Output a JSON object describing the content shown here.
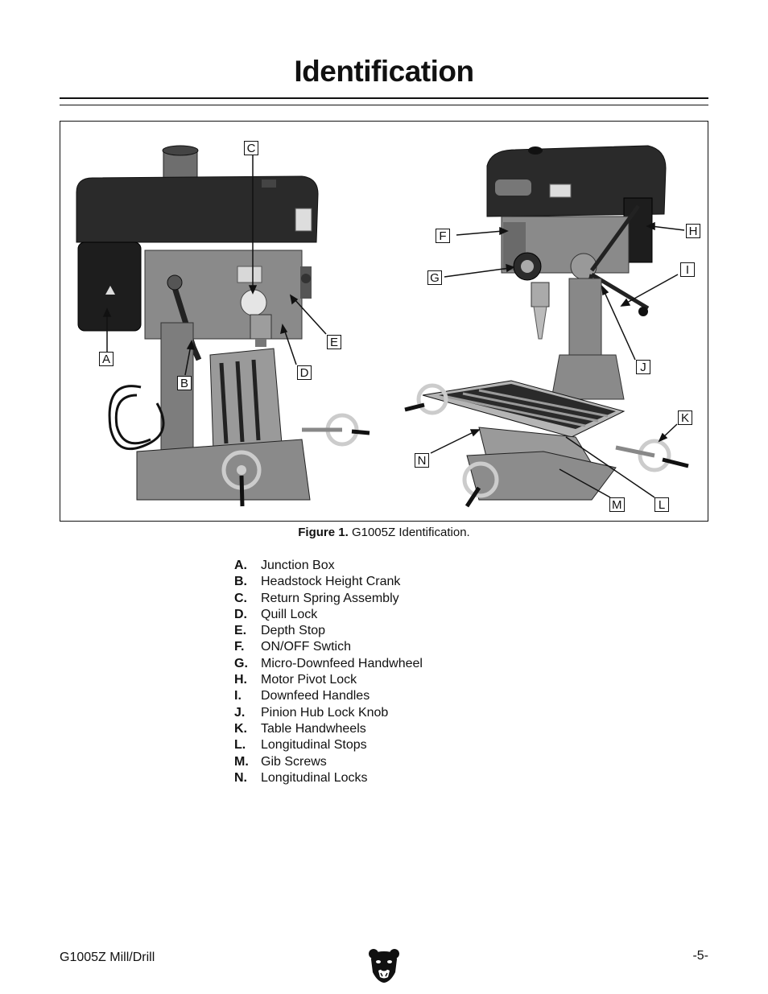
{
  "page": {
    "title": "Identification",
    "footer_left": "G1005Z Mill/Drill",
    "page_number": "-5-"
  },
  "figure": {
    "caption_label": "Figure 1.",
    "caption_text": "G1005Z Identification.",
    "callouts": [
      "C",
      "A",
      "B",
      "D",
      "E",
      "F",
      "G",
      "H",
      "I",
      "J",
      "K",
      "N",
      "M",
      "L"
    ]
  },
  "legend": [
    {
      "letter": "A.",
      "text": "Junction Box"
    },
    {
      "letter": "B.",
      "text": "Headstock Height Crank"
    },
    {
      "letter": "C.",
      "text": "Return Spring Assembly"
    },
    {
      "letter": "D.",
      "text": "Quill Lock"
    },
    {
      "letter": "E.",
      "text": "Depth Stop"
    },
    {
      "letter": "F.",
      "text": "ON/OFF Swtich"
    },
    {
      "letter": "G.",
      "text": "Micro-Downfeed Handwheel"
    },
    {
      "letter": "H.",
      "text": "Motor Pivot Lock"
    },
    {
      "letter": "I.",
      "text": "Downfeed Handles"
    },
    {
      "letter": "J.",
      "text": "Pinion Hub Lock Knob"
    },
    {
      "letter": "K.",
      "text": "Table Handwheels"
    },
    {
      "letter": "L.",
      "text": "Longitudinal Stops"
    },
    {
      "letter": "M.",
      "text": "Gib Screws"
    },
    {
      "letter": "N.",
      "text": "Longitudinal Locks"
    }
  ]
}
